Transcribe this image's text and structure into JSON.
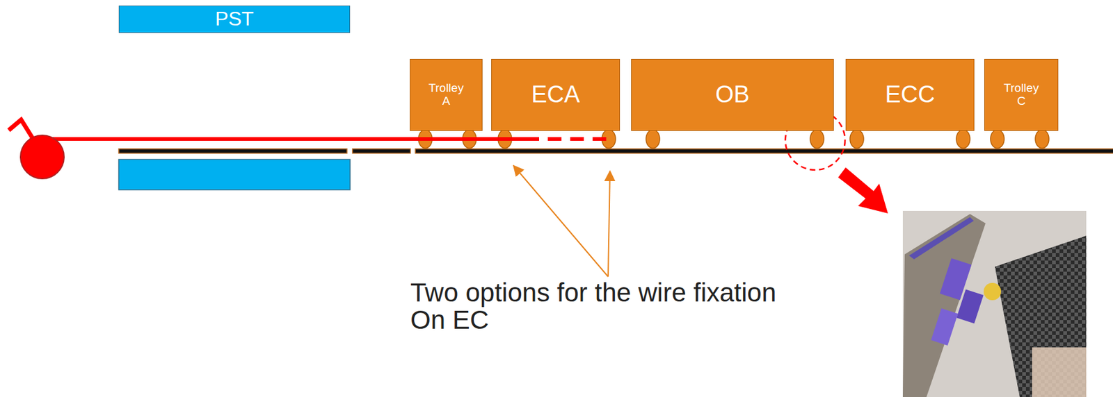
{
  "diagram": {
    "nodes": [
      {
        "text": [
          "PST"
        ]
      },
      {
        "text": [
          "Trolley A"
        ]
      },
      {
        "text": [
          "ECA"
        ]
      },
      {
        "text": [
          "OB"
        ]
      },
      {
        "text": [
          "ECC"
        ]
      },
      {
        "text": [
          "Trolley C"
        ]
      }
    ],
    "labels": [
      "Two options for the wire fixation On EC"
    ]
  }
}
